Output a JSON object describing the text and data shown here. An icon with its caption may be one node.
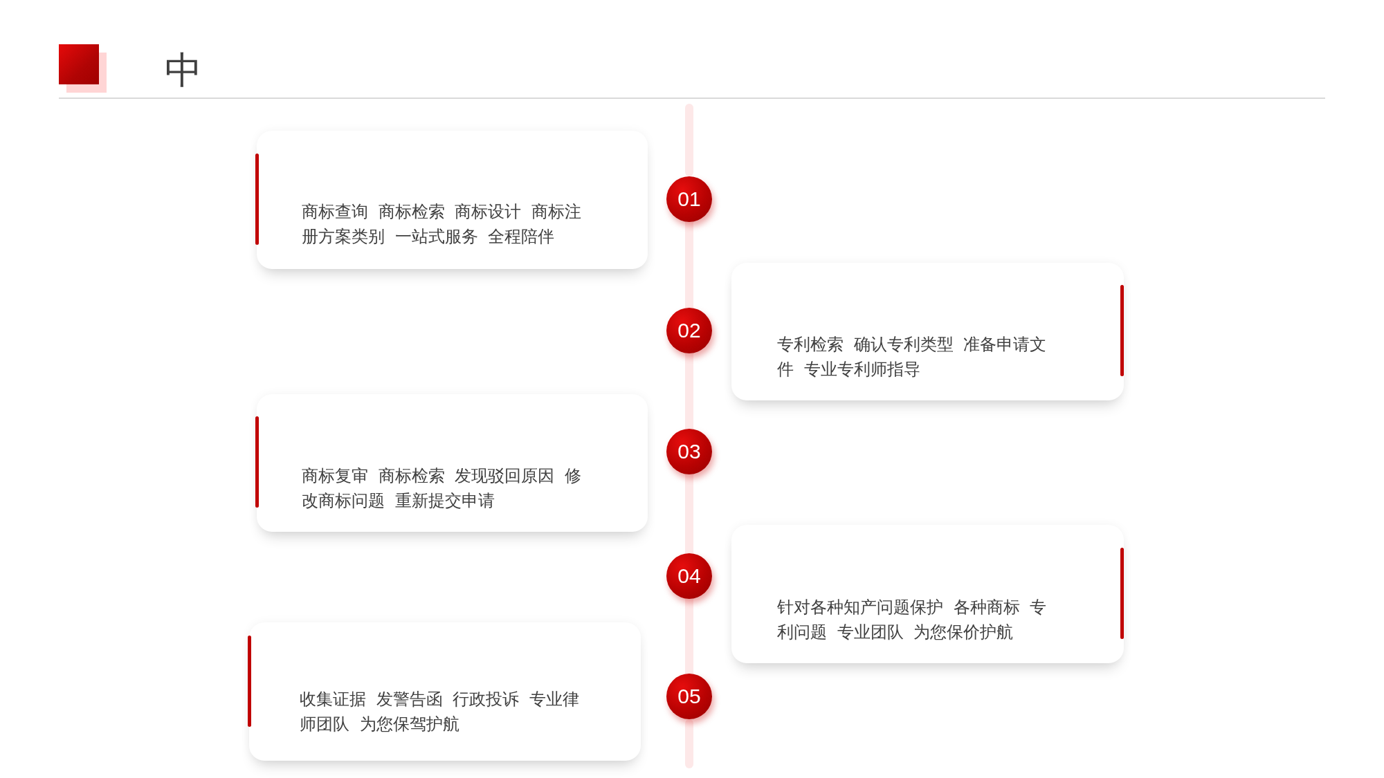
{
  "diagram": {
    "title": "中",
    "nodes": [
      {
        "text": [
          "商标查询 商标检索 商标设计 商标注册方案类别 一站式服务 全程陪伴"
        ]
      },
      {
        "text": [
          "01"
        ]
      },
      {
        "text": [
          "02"
        ]
      },
      {
        "text": [
          "专利检索 确认专利类型 准备申请文件 专业专利师指导"
        ]
      },
      {
        "text": [
          "商标复审 商标检索 发现驳回原因 修改商标问题 重新提交申请"
        ]
      },
      {
        "text": [
          "03"
        ]
      },
      {
        "text": [
          "04"
        ]
      },
      {
        "text": [
          "针对各种知产问题保护 各种商标 专利问题 专业团队 为您保价护航"
        ]
      },
      {
        "text": [
          "收集证据 发警告函 行政投诉 专业律师团队 为您保驾护航"
        ]
      },
      {
        "text": [
          "05"
        ]
      }
    ],
    "edges": [
      {
        "from": 1,
        "to": 2,
        "arrow": "none"
      },
      {
        "from": 2,
        "to": 5,
        "arrow": "none"
      },
      {
        "from": 5,
        "to": 6,
        "arrow": "none"
      },
      {
        "from": 6,
        "to": 9,
        "arrow": "none"
      }
    ]
  }
}
